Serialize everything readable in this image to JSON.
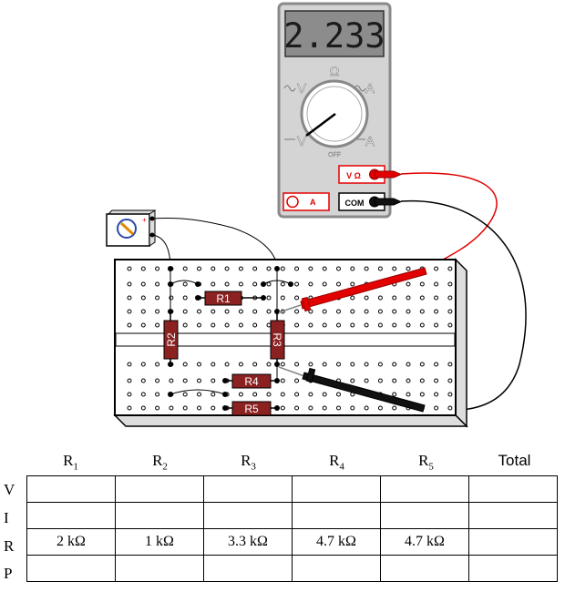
{
  "meter": {
    "display": "2.233",
    "dial_ohm": "Ω",
    "dial_ac_v": "V",
    "dial_dc_v": "V",
    "dial_ac_a": "A",
    "dial_dc_a": "A",
    "dial_off": "OFF",
    "jack_va": "V Ω",
    "jack_a": "A",
    "jack_com": "COM"
  },
  "battery": {
    "plus": "+"
  },
  "resistors": [
    "R1",
    "R2",
    "R3",
    "R4",
    "R5"
  ],
  "table": {
    "columns": [
      {
        "main": "R",
        "sub": "1"
      },
      {
        "main": "R",
        "sub": "2"
      },
      {
        "main": "R",
        "sub": "3"
      },
      {
        "main": "R",
        "sub": "4"
      },
      {
        "main": "R",
        "sub": "5"
      }
    ],
    "total_label": "Total",
    "rows": [
      "V",
      "I",
      "R",
      "P"
    ],
    "r_values": [
      "2 kΩ",
      "1 kΩ",
      "3.3 kΩ",
      "4.7 kΩ",
      "4.7 kΩ",
      ""
    ]
  },
  "colors": {
    "resistor": "#8b2121",
    "probe_red": "#e30000",
    "probe_black": "#111111",
    "meter_body": "#d6d6d6"
  }
}
